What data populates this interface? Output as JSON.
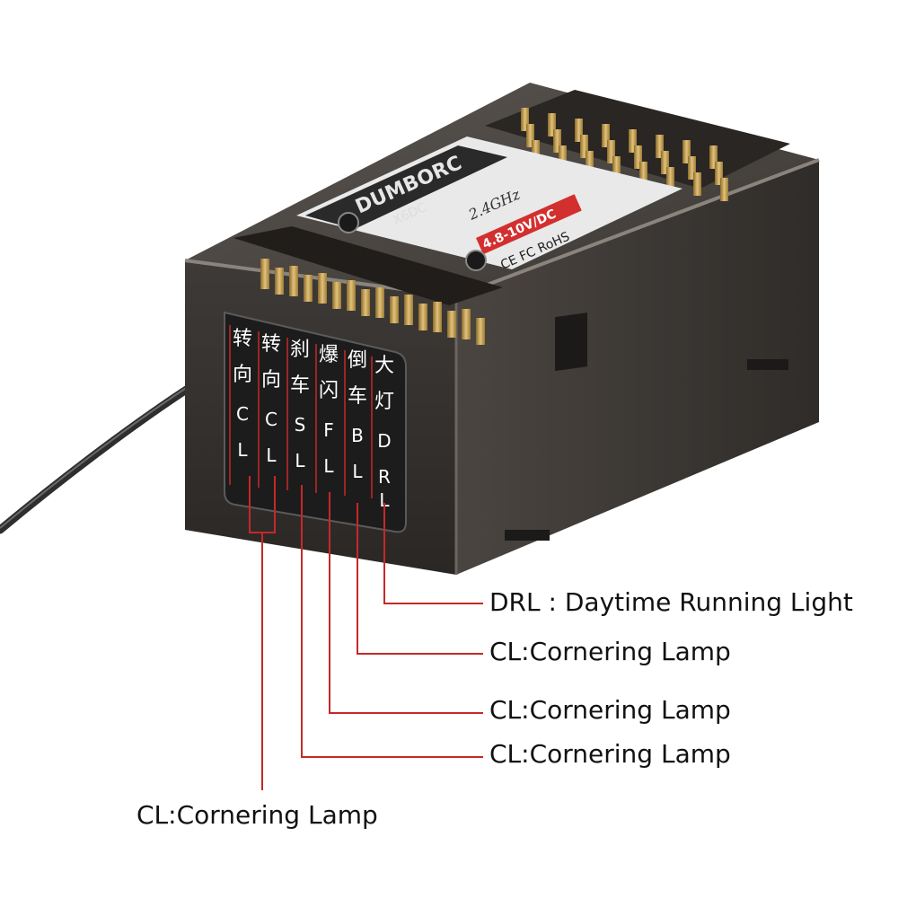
{
  "product": {
    "brand_label": "DUMBORC",
    "model_label": "X6DC",
    "band_label": "2.4GHz",
    "voltage_label": "4.8-10V/DC",
    "cert_label": "CE FC RoHS",
    "antenna_color": "#3a3a3a",
    "case_color": "#4a4542",
    "pin_color": "#c9a24a"
  },
  "channel_labels": [
    {
      "cn1": "转",
      "cn2": "向",
      "code1": "C",
      "code2": "L"
    },
    {
      "cn1": "转",
      "cn2": "向",
      "code1": "C",
      "code2": "L"
    },
    {
      "cn1": "刹",
      "cn2": "车",
      "code1": "S",
      "code2": "L"
    },
    {
      "cn1": "爆",
      "cn2": "闪",
      "code1": "F",
      "code2": "L"
    },
    {
      "cn1": "倒",
      "cn2": "车",
      "code1": "B",
      "code2": "L"
    },
    {
      "cn1": "大",
      "cn2": "灯",
      "code1": "D",
      "code2": "R",
      "code3": "L"
    }
  ],
  "callouts": [
    {
      "text": "DRL : Daytime Running Light"
    },
    {
      "text": "CL:Cornering Lamp"
    },
    {
      "text": "CL:Cornering Lamp"
    },
    {
      "text": "CL:Cornering Lamp"
    },
    {
      "text": "CL:Cornering Lamp"
    }
  ],
  "colors": {
    "leader_line": "#c62828",
    "label_text": "#111111",
    "panel_text": "#ffffff",
    "panel_bg": "#1c1c1c"
  }
}
